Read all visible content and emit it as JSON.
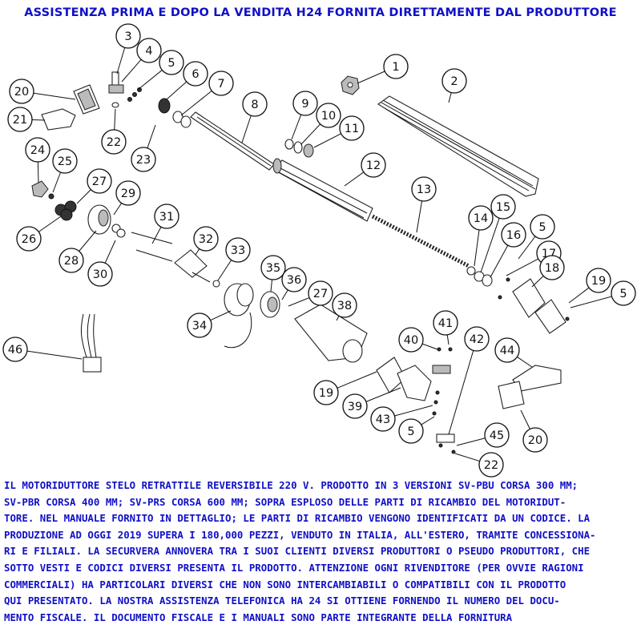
{
  "header": "ASSISTENZA PRIMA E DOPO LA VENDITA H24 FORNITA DIRETTAMENTE DAL PRODUTTORE",
  "callouts": [
    "3",
    "4",
    "5",
    "6",
    "7",
    "8",
    "1",
    "2",
    "20",
    "21",
    "22",
    "23",
    "9",
    "10",
    "11",
    "24",
    "25",
    "27",
    "12",
    "13",
    "29",
    "26",
    "31",
    "32",
    "33",
    "14",
    "15",
    "16",
    "5",
    "17",
    "28",
    "30",
    "18",
    "19",
    "5",
    "35",
    "36",
    "27",
    "38",
    "34",
    "46",
    "40",
    "41",
    "42",
    "44",
    "19",
    "39",
    "43",
    "5",
    "45",
    "22",
    "20"
  ],
  "description_lines": [
    "IL MOTORIDUTTORE STELO RETRATTILE REVERSIBILE 220 V. PRODOTTO IN 3 VERSIONI SV-PBU CORSA 300 MM;",
    "SV-PBR CORSA 400 MM; SV-PRS CORSA 600 MM; SOPRA ESPLOSO DELLE PARTI DI RICAMBIO DEL MOTORIDUT-",
    "TORE. NEL MANUALE FORNITO IN DETTAGLIO; LE PARTI DI RICAMBIO VENGONO IDENTIFICATI DA UN CODICE. LA",
    "PRODUZIONE AD OGGI 2019 SUPERA I 180,000 PEZZI, VENDUTO IN ITALIA, ALL'ESTERO, TRAMITE CONCESSIONA-",
    "RI E FILIALI. LA SECURVERA ANNOVERA TRA I SUOI CLIENTI DIVERSI PRODUTTORI O PSEUDO PRODUTTORI, CHE",
    "SOTTO VESTI E CODICI DIVERSI PRESENTA IL PRODOTTO. ATTENZIONE OGNI RIVENDITORE (PER OVVIE RAGIONI",
    "COMMERCIALI) HA PARTICOLARI DIVERSI CHE NON SONO INTERCAMBIABILI O COMPATIBILI CON IL PRODOTTO",
    "QUI PRESENTATO. LA NOSTRA ASSISTENZA TELEFONICA HA 24 SI OTTIENE FORNENDO IL NUMERO DEL DOCU-",
    "MENTO FISCALE.  IL DOCUMENTO FISCALE E I MANUALI SONO PARTE INTEGRANTE DELLA FORNITURA"
  ]
}
